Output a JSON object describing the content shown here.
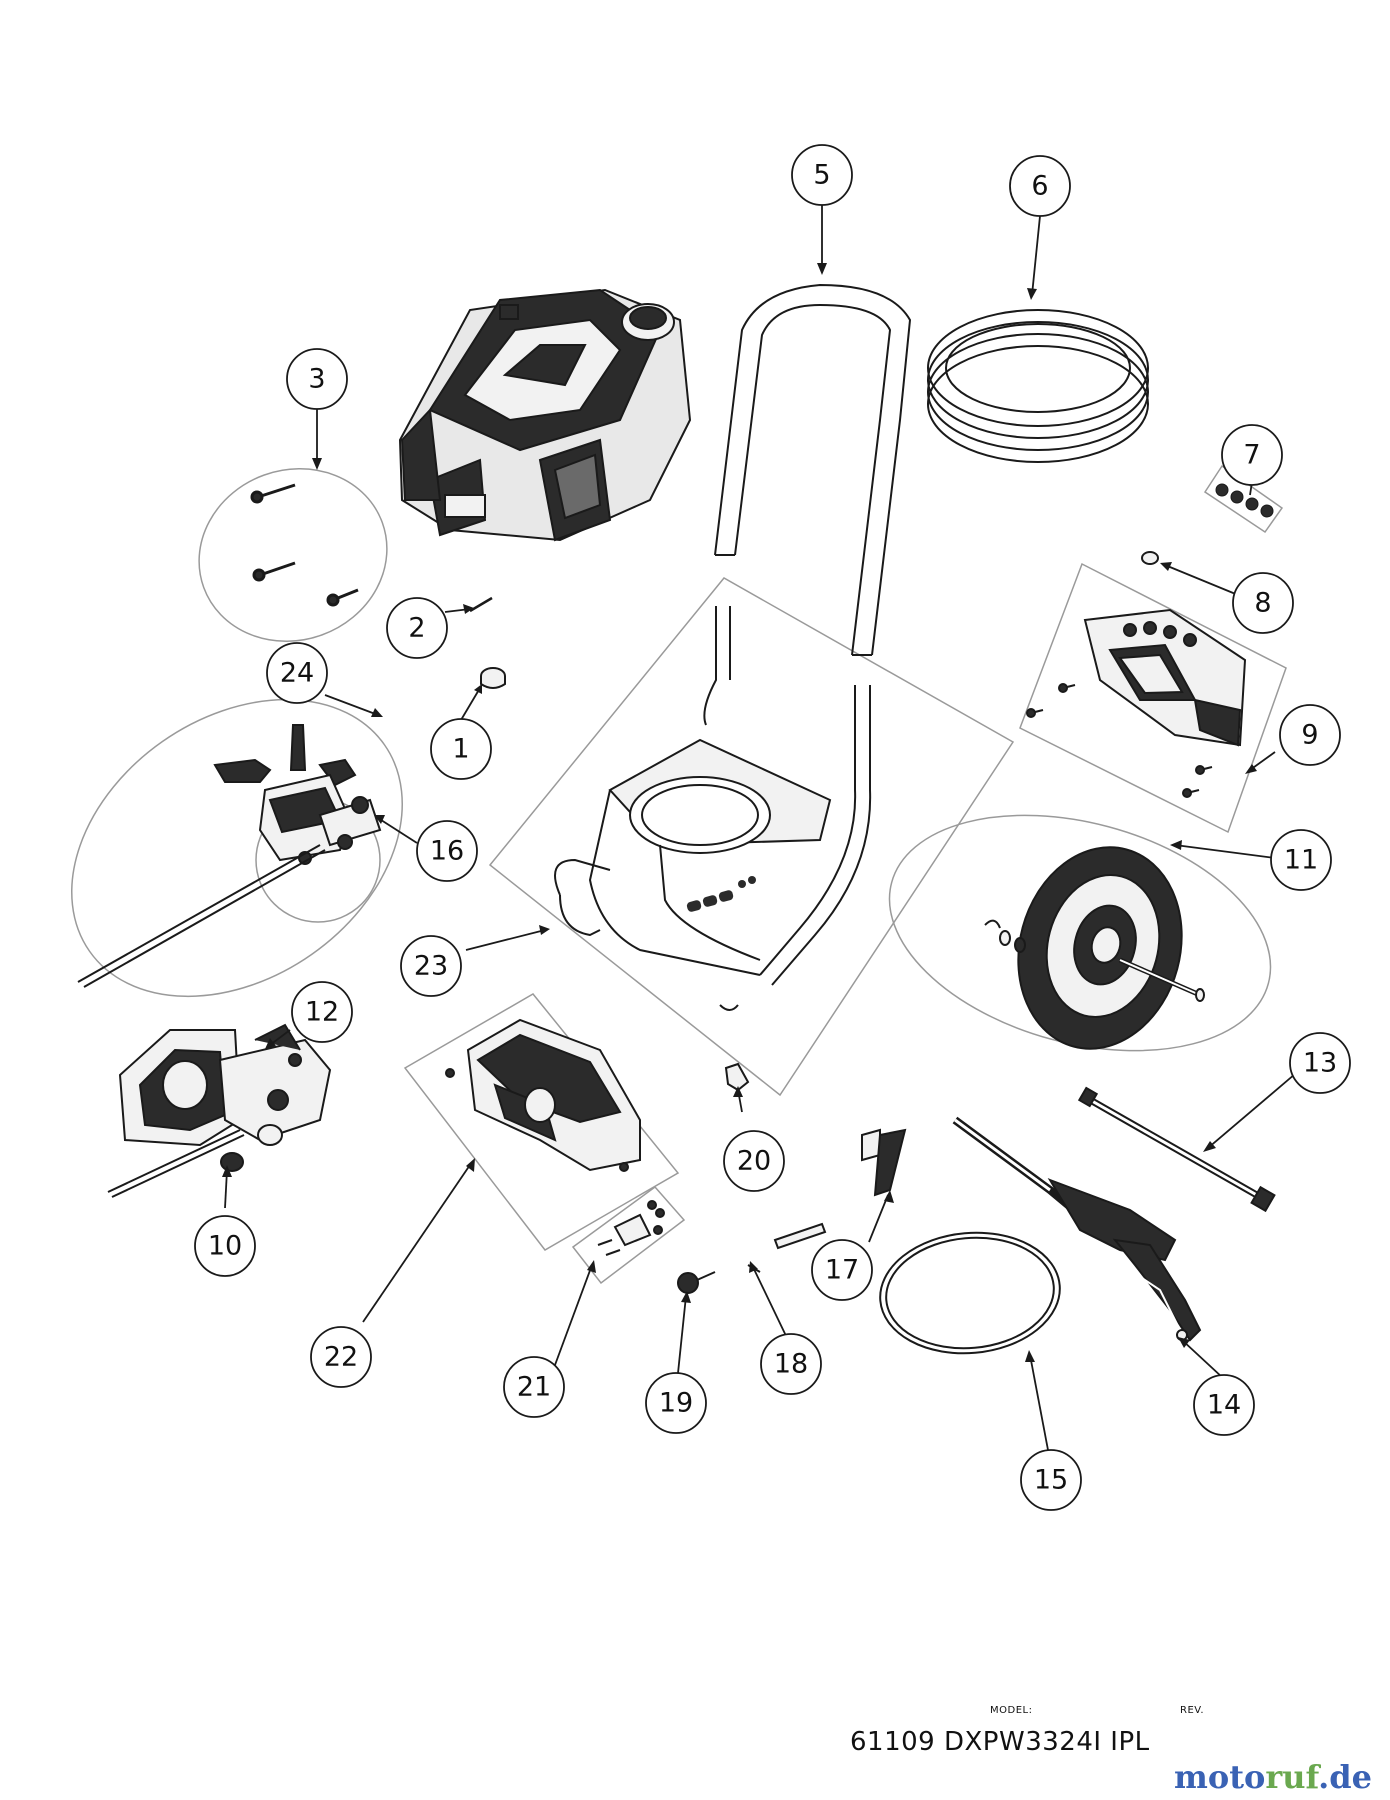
{
  "callouts": [
    {
      "label": "1"
    },
    {
      "label": "2"
    },
    {
      "label": "3"
    },
    {
      "label": "5"
    },
    {
      "label": "6"
    },
    {
      "label": "7"
    },
    {
      "label": "8"
    },
    {
      "label": "9"
    },
    {
      "label": "10"
    },
    {
      "label": "11"
    },
    {
      "label": "12"
    },
    {
      "label": "13"
    },
    {
      "label": "14"
    },
    {
      "label": "15"
    },
    {
      "label": "16"
    },
    {
      "label": "17"
    },
    {
      "label": "18"
    },
    {
      "label": "19"
    },
    {
      "label": "20"
    },
    {
      "label": "21"
    },
    {
      "label": "22"
    },
    {
      "label": "23"
    },
    {
      "label": "24"
    }
  ],
  "title_block": {
    "model_label": "MODEL:",
    "rev_label": "REV.",
    "model": "61109 DXPW3324I IPL"
  },
  "watermark": {
    "part1": "moto",
    "part2": "ruf",
    "part3": ".de"
  },
  "colors": {
    "line": "#1a1a1a",
    "group_outline": "#9a9a9a",
    "part_fill": "#2b2b2b",
    "watermark_blue": "#3a62b4",
    "watermark_green": "#6aa84f"
  }
}
